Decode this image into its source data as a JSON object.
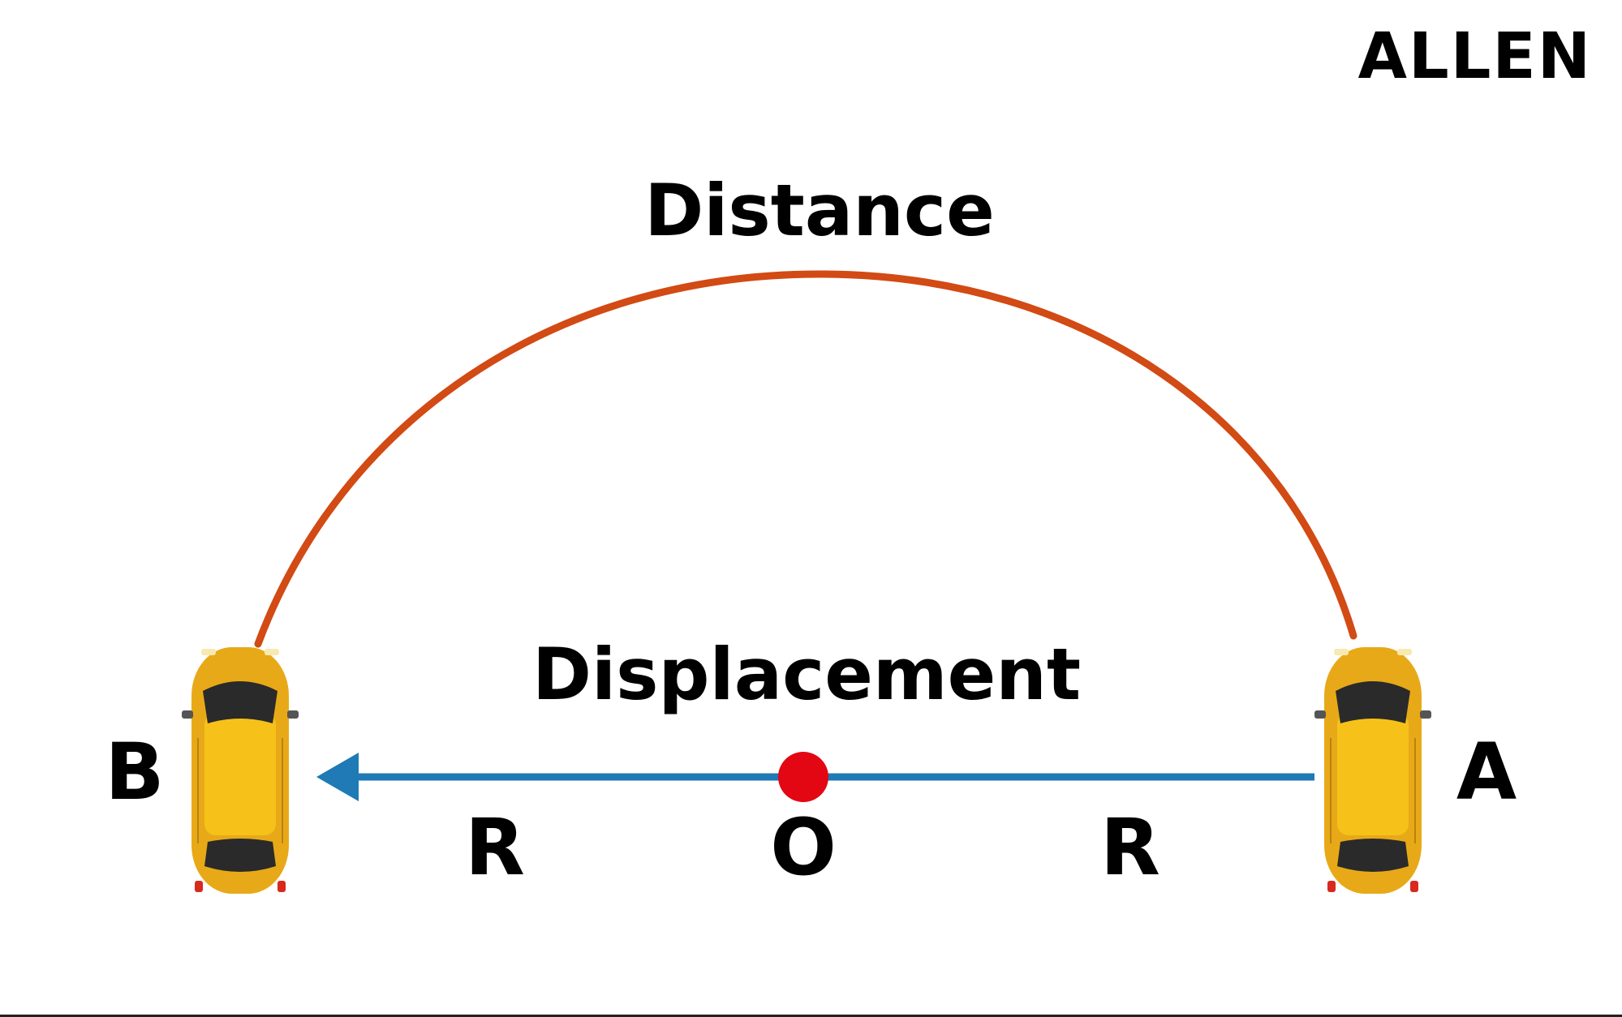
{
  "brand": {
    "logo_text": "ALLEN"
  },
  "labels": {
    "distance": "Distance",
    "displacement": "Displacement",
    "point_a": "A",
    "point_b": "B",
    "origin": "O",
    "radius_left": "R",
    "radius_right": "R"
  },
  "colors": {
    "distance_arc": "#d24a14",
    "displacement_arrow": "#1f7ab5",
    "origin_dot": "#e30613",
    "car_body": "#e8a918",
    "car_roof": "#f6c21a",
    "car_glass": "#2a2a2a"
  },
  "icons": {
    "car_left": "car-top-view-icon",
    "car_right": "car-top-view-icon"
  }
}
